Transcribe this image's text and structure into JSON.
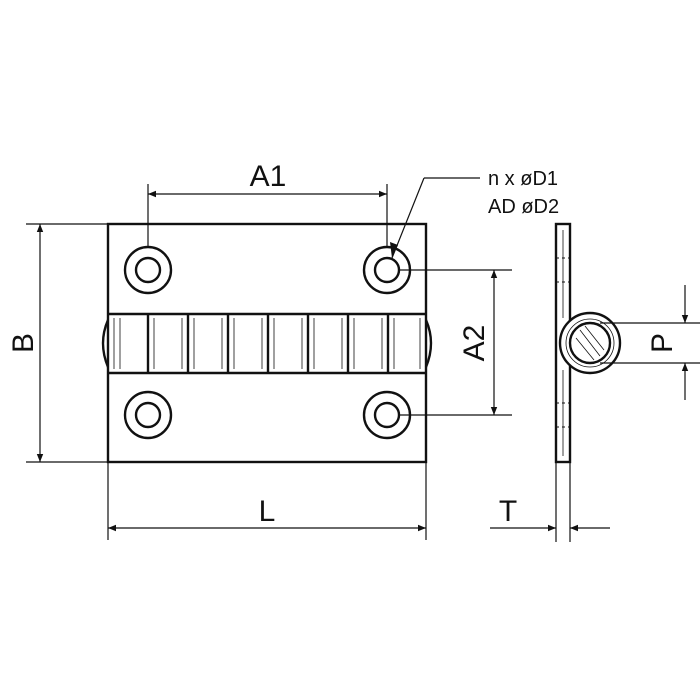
{
  "drawing": {
    "dimensions": {
      "a1": "A1",
      "a2": "A2",
      "b": "B",
      "l": "L",
      "t": "T",
      "p": "P"
    },
    "callout": {
      "line1": "n x øD1",
      "line2": "AD øD2"
    }
  }
}
